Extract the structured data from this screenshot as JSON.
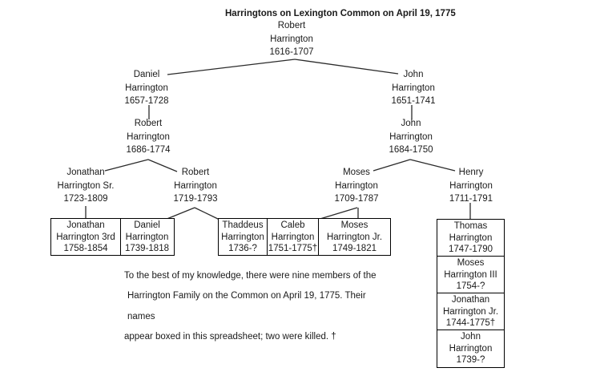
{
  "title": "Harringtons on Lexington Common on April 19, 1775",
  "people": {
    "robert_1616": {
      "name": "Robert",
      "surname": "Harrington",
      "dates": "1616-1707"
    },
    "daniel_1657": {
      "name": "Daniel",
      "surname": "Harrington",
      "dates": "1657-1728"
    },
    "john_1651": {
      "name": "John",
      "surname": "Harrington",
      "dates": "1651-1741"
    },
    "robert_1686": {
      "name": "Robert",
      "surname": "Harrington",
      "dates": "1686-1774"
    },
    "john_1684": {
      "name": "John",
      "surname": "Harrington",
      "dates": "1684-1750"
    },
    "jonathan_sr": {
      "name": "Jonathan",
      "surname": "Harrington Sr.",
      "dates": "1723-1809"
    },
    "robert_1719": {
      "name": "Robert",
      "surname": "Harrington",
      "dates": "1719-1793"
    },
    "moses_1709": {
      "name": "Moses",
      "surname": "Harrington",
      "dates": "1709-1787"
    },
    "henry_1711": {
      "name": "Henry",
      "surname": "Harrington",
      "dates": "1711-1791"
    },
    "jonathan_3rd": {
      "name": "Jonathan",
      "surname": "Harrington 3rd",
      "dates": "1758-1854",
      "boxed": true
    },
    "daniel_1739": {
      "name": "Daniel",
      "surname": "Harrington",
      "dates": "1739-1818",
      "boxed": true
    },
    "thaddeus_1736": {
      "name": "Thaddeus",
      "surname": "Harrington",
      "dates": "1736-?",
      "boxed": true
    },
    "caleb_1751": {
      "name": "Caleb",
      "surname": "Harrington",
      "dates": "1751-1775†",
      "boxed": true
    },
    "moses_jr": {
      "name": "Moses",
      "surname": "Harrington Jr.",
      "dates": "1749-1821",
      "boxed": true
    },
    "thomas_1747": {
      "name": "Thomas",
      "surname": "Harrington",
      "dates": "1747-1790",
      "boxed": true
    },
    "moses_iii": {
      "name": "Moses",
      "surname": "Harrington III",
      "dates": "1754-?",
      "boxed": true
    },
    "jonathan_jr": {
      "name": "Jonathan",
      "surname": "Harrington Jr.",
      "dates": "1744-1775†",
      "boxed": true
    },
    "john_1739": {
      "name": "John",
      "surname": "Harrington",
      "dates": "1739-?",
      "boxed": true
    }
  },
  "edges": [
    [
      "robert_1616",
      "daniel_1657"
    ],
    [
      "robert_1616",
      "john_1651"
    ],
    [
      "daniel_1657",
      "robert_1686"
    ],
    [
      "john_1651",
      "john_1684"
    ],
    [
      "robert_1686",
      "jonathan_sr"
    ],
    [
      "robert_1686",
      "robert_1719"
    ],
    [
      "john_1684",
      "moses_1709"
    ],
    [
      "john_1684",
      "henry_1711"
    ],
    [
      "jonathan_sr",
      "jonathan_3rd"
    ],
    [
      "robert_1719",
      "daniel_1739"
    ],
    [
      "robert_1719",
      "thaddeus_1736"
    ],
    [
      "moses_1709",
      "caleb_1751"
    ],
    [
      "moses_1709",
      "moses_jr"
    ],
    [
      "henry_1711",
      "thomas_1747"
    ]
  ],
  "note": {
    "line1": "To the best of my knowledge, there were nine members of the",
    "line2": "Harrington Family on the Common on April 19, 1775. Their names",
    "line3": "appear boxed in this spreadsheet; two were killed. †"
  },
  "colors": {
    "text": "#1a1a1a",
    "connector_line": "#2b2b2b",
    "box_border": "#000000",
    "background": "#ffffff"
  }
}
